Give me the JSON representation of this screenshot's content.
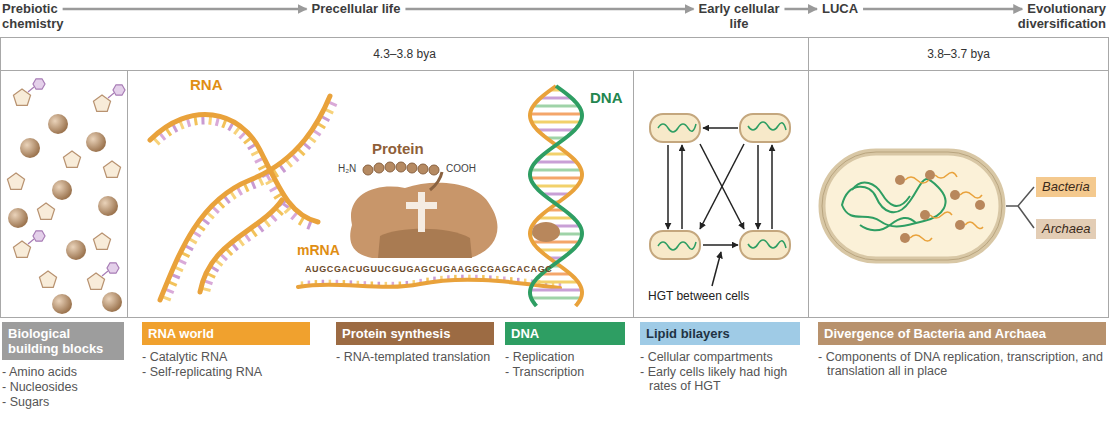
{
  "diagram": {
    "nodes": [
      {
        "text": [
          "Prebiotic chemistry"
        ]
      },
      {
        "text": [
          "Precellular life"
        ]
      },
      {
        "text": [
          "Early cellular life"
        ]
      },
      {
        "text": [
          "LUCA"
        ]
      },
      {
        "text": [
          "Evolutionary diversification"
        ]
      },
      {
        "text": [
          "4.3–3.8 bya"
        ]
      },
      {
        "text": [
          "3.8–3.7 bya"
        ]
      },
      {
        "text": [
          "Bacteria"
        ]
      },
      {
        "text": [
          "Archaea"
        ]
      },
      {
        "text": [
          "Biological building blocks",
          "- Amino acids",
          "- Nucleosides",
          "- Sugars"
        ]
      },
      {
        "text": [
          "RNA world",
          "- Catalytic RNA",
          "- Self-replicating RNA"
        ]
      },
      {
        "text": [
          "Protein synthesis",
          "- RNA-templated translation"
        ]
      },
      {
        "text": [
          "DNA",
          "- Replication",
          "- Transcription"
        ]
      },
      {
        "text": [
          "Lipid bilayers",
          "- Cellular compartments",
          "- Early cells likely had high rates of HGT"
        ]
      },
      {
        "text": [
          "Divergence of Bacteria and Archaea",
          "- Components of DNA replication, transcription, and translation all in place"
        ]
      }
    ],
    "edges": [
      {
        "from": 0,
        "to": 1,
        "arrow": "to"
      },
      {
        "from": 1,
        "to": 2,
        "arrow": "to"
      },
      {
        "from": 2,
        "to": 3,
        "arrow": "to"
      },
      {
        "from": 3,
        "to": 4,
        "arrow": "to"
      }
    ],
    "labels": [
      "RNA",
      "Protein",
      "H₂N",
      "COOH",
      "mRNA",
      "AUGCGACUGUUCGUGAGCUGAAGGCGAGCACAGC",
      "DNA",
      "HGT between cells"
    ]
  }
}
